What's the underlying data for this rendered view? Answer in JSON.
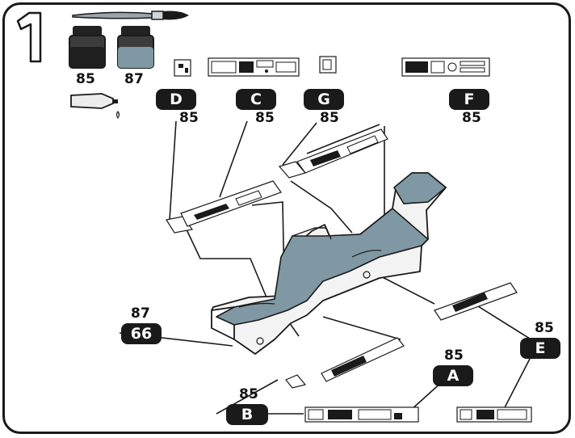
{
  "step": {
    "number": "1"
  },
  "paints": {
    "dark_code": "85",
    "grey_code": "87",
    "dark_color": "#3c3c3c",
    "grey_color": "#7f98a3"
  },
  "decals": {
    "D": {
      "letter": "D",
      "code": "85"
    },
    "C": {
      "letter": "C",
      "code": "85"
    },
    "G": {
      "letter": "G",
      "code": "85"
    },
    "F": {
      "letter": "F",
      "code": "85"
    },
    "A": {
      "letter": "A",
      "code": "85"
    },
    "B": {
      "letter": "B",
      "code": "85"
    },
    "E": {
      "letter": "E",
      "code": "85"
    }
  },
  "part": {
    "top_code": "87",
    "tag": "66"
  },
  "colors": {
    "part_grey": "#7f98a3",
    "part_white": "#f3f3f3",
    "ink": "#1a1a1a"
  },
  "icons": [
    "paintbrush-icon",
    "paint-jar-icon",
    "glue-tube-icon"
  ]
}
